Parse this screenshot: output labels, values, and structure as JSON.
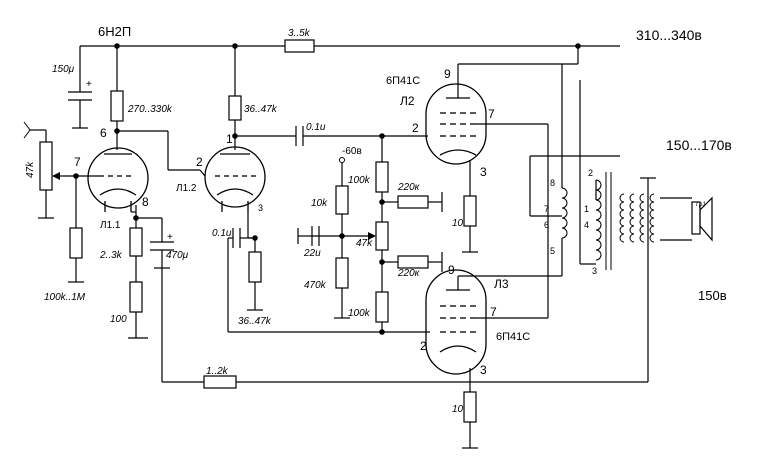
{
  "labels": {
    "tube_type_top": "6Н2П",
    "supply_high": "310...340в",
    "supply_mid": "150...170в",
    "supply_low": "150в",
    "r_top": "3..5k",
    "c_filter": "150μ",
    "r_anode1": "270..330k",
    "r_anode2": "36..47k",
    "c_coupling_top": "0.1u",
    "tube_type_l2": "6П41С",
    "tube_l2": "Л2",
    "tube_l3": "Л3",
    "tube_type_l3": "6П41С",
    "tube_l11": "Л1.1",
    "tube_l12": "Л1.2",
    "pot_volume": "47k",
    "r_grid_leak": "100k..1M",
    "r_cathode1": "2..3k",
    "c_cathode1": "470μ",
    "r_100": "100",
    "r_10k": "10k",
    "c_22u": "22u",
    "bias_neg": "-60в",
    "r_100k_a": "100k",
    "r_100k_b": "100k",
    "pot_47k_bias": "47k",
    "r_470k": "470k",
    "r_220k_a": "220к",
    "r_220k_b": "220к",
    "c_coupling_bot": "0.1u",
    "r_cathode_l12": "36..47k",
    "r_feedback": "1..2k",
    "r_cath_l2": "10",
    "r_cath_l3": "10",
    "pin_6": "6",
    "pin_7_left": "7",
    "pin_8": "8",
    "pin_2_l12": "2",
    "pin_1": "1",
    "pin_3_l12": "3",
    "pin_9_l2": "9",
    "pin_2_l2": "2",
    "pin_7_l2": "7",
    "pin_3_l2": "3",
    "pin_9_l3": "9",
    "pin_2_l3": "2",
    "pin_7_l3": "7",
    "pin_3_l3": "3",
    "tr_8": "8",
    "tr_7": "7",
    "tr_6": "6",
    "tr_5": "5",
    "tr_2": "2",
    "tr_1": "1",
    "tr_4": "4",
    "tr_3": "3",
    "speaker_mark": "Гр1"
  }
}
